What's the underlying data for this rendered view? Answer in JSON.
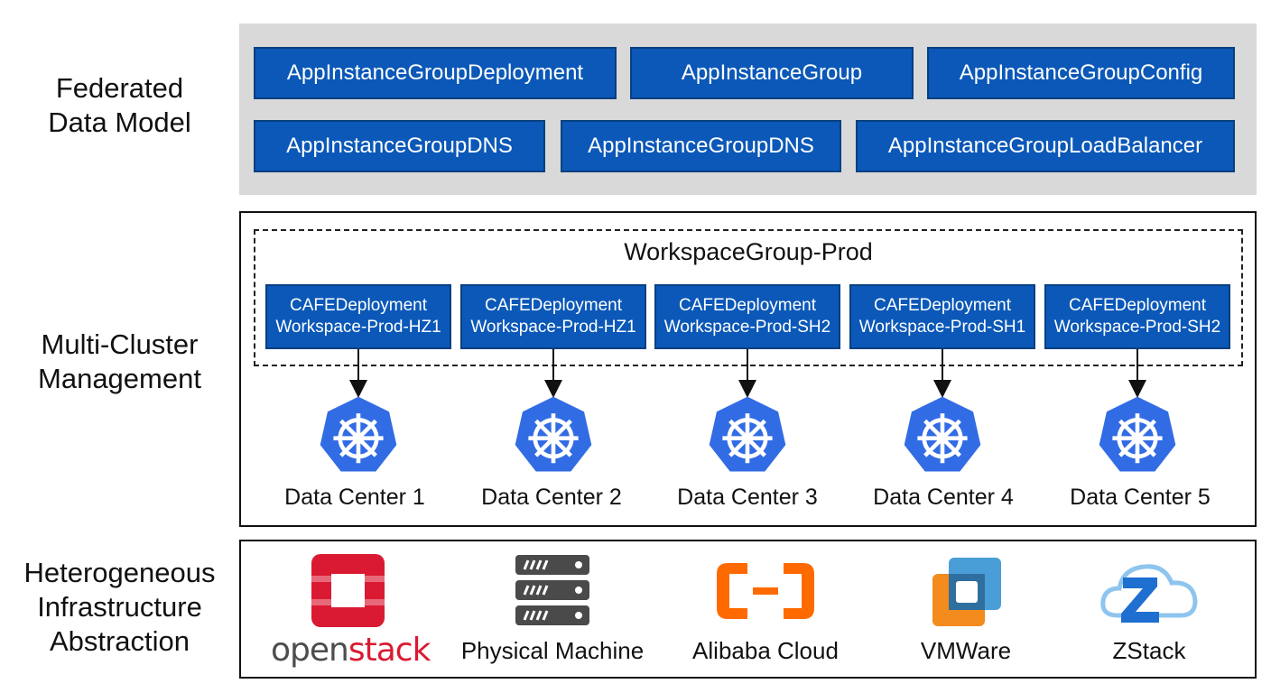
{
  "layers": {
    "federated": [
      "Federated",
      "Data Model"
    ],
    "multi_cluster": [
      "Multi-Cluster",
      "Management"
    ],
    "infrastructure": [
      "Heterogeneous",
      "Infrastructure",
      "Abstraction"
    ]
  },
  "federated_row1": [
    "AppInstanceGroupDeployment",
    "AppInstanceGroup",
    "AppInstanceGroupConfig"
  ],
  "federated_row2": [
    "AppInstanceGroupDNS",
    "AppInstanceGroupDNS",
    "AppInstanceGroupLoadBalancer"
  ],
  "workspace_group": "WorkspaceGroup-Prod",
  "deployments": [
    {
      "kind": "CAFEDeployment",
      "name": "Workspace-Prod-HZ1"
    },
    {
      "kind": "CAFEDeployment",
      "name": "Workspace-Prod-HZ1"
    },
    {
      "kind": "CAFEDeployment",
      "name": "Workspace-Prod-SH2"
    },
    {
      "kind": "CAFEDeployment",
      "name": "Workspace-Prod-SH1"
    },
    {
      "kind": "CAFEDeployment",
      "name": "Workspace-Prod-SH2"
    }
  ],
  "data_centers": [
    "Data Center 1",
    "Data Center 2",
    "Data Center 3",
    "Data Center 4",
    "Data Center 5"
  ],
  "infrastructure": {
    "openstack": {
      "prefix": "open",
      "suffix": "stack"
    },
    "items": [
      "Physical Machine",
      "Alibaba Cloud",
      "VMWare",
      "ZStack"
    ]
  },
  "icons": {
    "cluster": "kubernetes-icon",
    "openstack": "openstack-logo",
    "physical": "server-rack-icon",
    "alibaba": "alibaba-cloud-logo",
    "vmware": "vmware-logo",
    "zstack": "zstack-logo"
  },
  "colors": {
    "crd_blue": "#0b58b8",
    "k8s_blue": "#326ce5",
    "openstack_red": "#da1a32",
    "alibaba_orange": "#ff6a00",
    "zstack_blue": "#1e6fd0",
    "panel_gray": "#d9d9d9"
  }
}
